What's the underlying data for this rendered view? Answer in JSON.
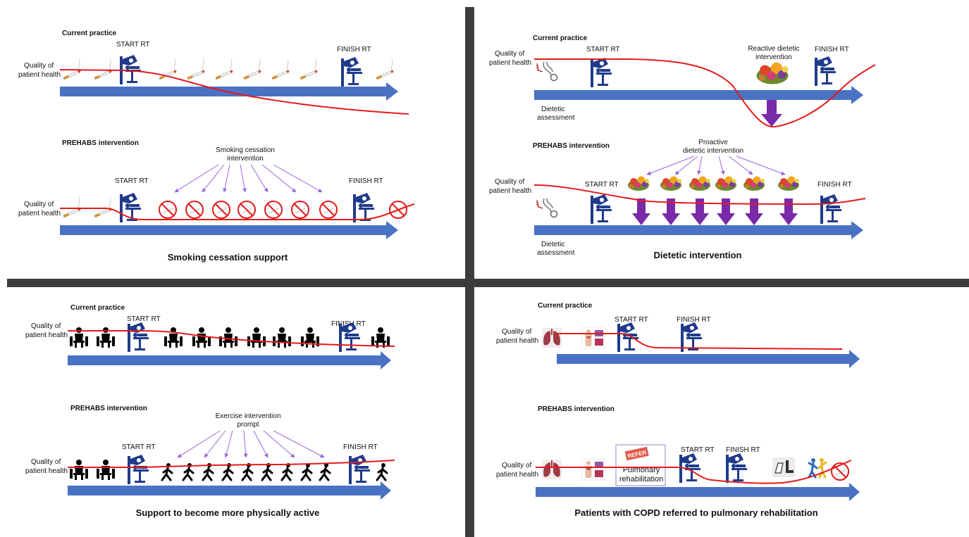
{
  "colors": {
    "arrow": "#4a72c4",
    "curve": "#e31b1b",
    "divider": "#3c3c3c",
    "purple": "#7a2aa8",
    "intervention_line": "#9966dd"
  },
  "icons": {
    "cigarette": "cigarette-icon",
    "radiotherapy": "radiotherapy-machine-icon",
    "no_smoking": "no-smoking-icon",
    "food": "food-icon",
    "stethoscope": "stethoscope-icon",
    "seated_person": "seated-person-icon",
    "walking_person": "walking-person-icon",
    "lungs": "lungs-icon",
    "anatomy": "anatomy-chart-icon",
    "inhaler": "inhaler-icon",
    "exercise": "exercise-people-icon"
  },
  "panels": {
    "smoking": {
      "current_label": "Current practice",
      "prehabs_label": "PREHABS intervention",
      "quality_line1": "Quality of",
      "quality_line2": "patient health",
      "start": "START RT",
      "finish": "FINISH RT",
      "intervention_line1": "Smoking cessation",
      "intervention_line2": "intervention",
      "caption": "Smoking cessation support"
    },
    "dietetic": {
      "current_label": "Current practice",
      "prehabs_label": "PREHABS intervention",
      "quality_line1": "Quality of",
      "quality_line2": "patient health",
      "start": "START RT",
      "finish": "FINISH RT",
      "reactive_line1": "Reactive dietetic",
      "reactive_line2": "intervention",
      "proactive_line1": "Proactive",
      "proactive_line2": "dietetic intervention",
      "assessment_line1": "Dietetic",
      "assessment_line2": "assessment",
      "caption": "Dietetic intervention"
    },
    "exercise": {
      "current_label": "Current practice",
      "prehabs_label": "PREHABS intervention",
      "quality_line1": "Quality of",
      "quality_line2": "patient health",
      "start": "START RT",
      "finish": "FINISH RT",
      "intervention_line1": "Exercise intervention",
      "intervention_line2": "prompt",
      "caption": "Support to become more physically active"
    },
    "copd": {
      "current_label": "Current practice",
      "prehabs_label": "PREHABS intervention",
      "quality_line1": "Quality of",
      "quality_line2": "patient health",
      "start": "START RT",
      "finish": "FINISH RT",
      "refer_stamp": "REFER",
      "pulmonary_line1": "Pulmonary",
      "pulmonary_line2": "rehabilitation",
      "caption": "Patients with COPD  referred to pulmonary rehabilitation"
    }
  }
}
